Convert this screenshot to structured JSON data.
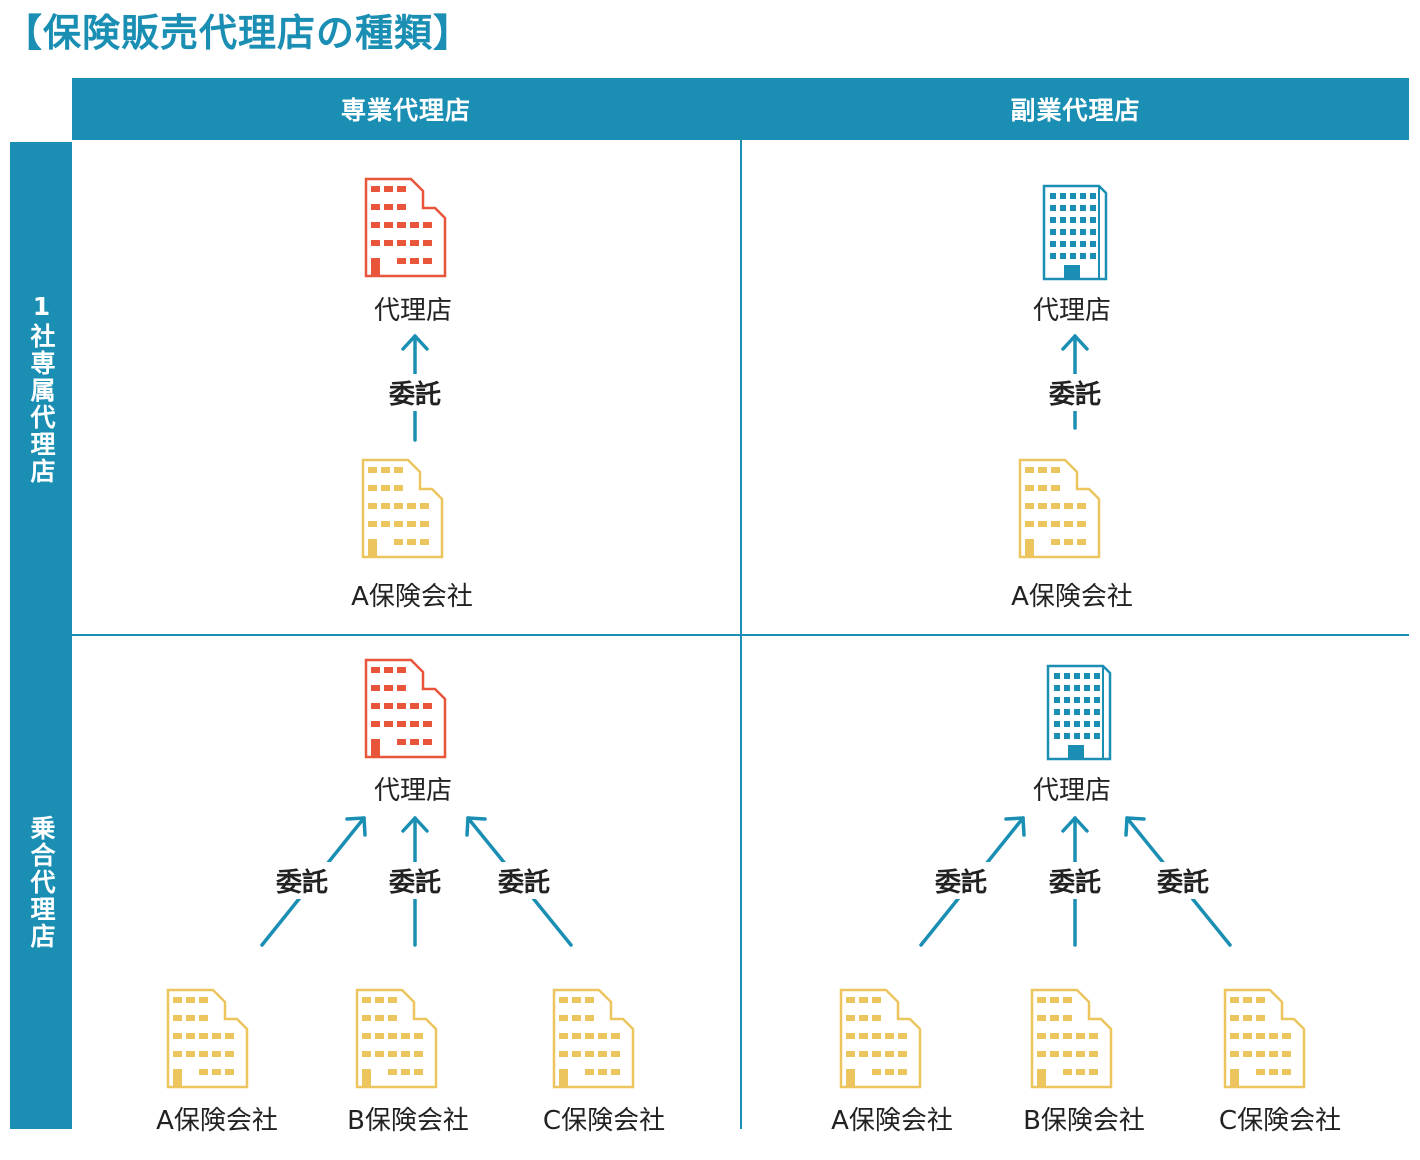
{
  "title": "【保険販売代理店の種類】",
  "columns": {
    "exclusive": "専業代理店",
    "side": "副業代理店"
  },
  "rows": {
    "single": "1社専属代理店",
    "multiple": "乗合代理店"
  },
  "labels": {
    "agency": "代理店",
    "entrust": "委託",
    "company_a": "A保険会社",
    "company_b": "B保険会社",
    "company_c": "C保険会社"
  },
  "colors": {
    "accent": "#1a8fb3",
    "exclusive_agency": "#e8553a",
    "side_agency": "#1a8fb3",
    "insurer": "#ecc55e"
  },
  "icons": {
    "exclusive_agency": "office-building-icon",
    "side_agency": "tower-building-icon",
    "insurer": "office-building-icon"
  }
}
